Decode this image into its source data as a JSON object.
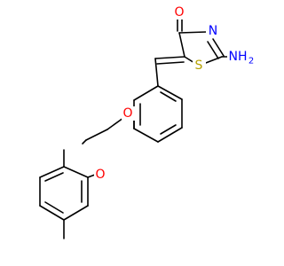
{
  "molecule": {
    "atoms": {
      "o_carbonyl": {
        "symbol": "O",
        "color": "#ff0000"
      },
      "n_ring": {
        "symbol": "N",
        "color": "#0000ff"
      },
      "s_ring": {
        "symbol": "S",
        "color": "#b5a100"
      },
      "nh2": {
        "symbol": "NH",
        "subscript": "2",
        "color": "#0000ff"
      },
      "o_ether_1": {
        "symbol": "O",
        "color": "#ff0000"
      },
      "o_ether_2": {
        "symbol": "O",
        "color": "#ff0000"
      }
    },
    "bond_color": "#000000"
  }
}
